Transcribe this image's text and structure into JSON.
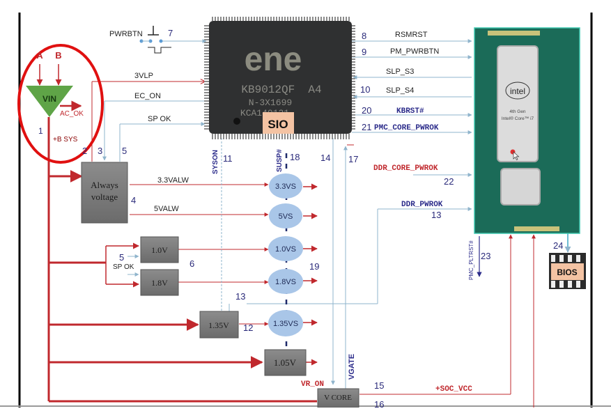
{
  "diagram": {
    "title": "Laptop power-on sequence block diagram",
    "colors": {
      "power_line": "#c0282d",
      "signal_line": "#8fb4cc",
      "step_number": "#2a2a7a",
      "signal_label_blue": "#2b2b8a",
      "signal_label_red": "#c0282d",
      "regulator_box": "#7a7a7a",
      "rail_ellipse": "#a9c6e8",
      "vin_triangle": "#5fa447",
      "highlight_circle": "#e01010",
      "sio_tag": "#f4c3a3",
      "bios_tag": "#f4c3a3",
      "cpu_pcb": "#1b6b58"
    },
    "vin_block": {
      "inputs": [
        "A",
        "B"
      ],
      "label": "VIN",
      "ac_ok": "AC_OK",
      "step": "1",
      "bsys": "+B SYS"
    },
    "power_button": {
      "label": "PWRBTN",
      "step": "7"
    },
    "sio_chip": {
      "brand": "ene",
      "part": "KB9012QF  A4",
      "line2": "N-3X1699",
      "line3": "KCA140121",
      "tag": "SIO"
    },
    "cpu_chip": {
      "brand": "intel",
      "gen": "4th Gen",
      "model": "Intel® Core™ i7"
    },
    "bios_chip": {
      "label": "BIOS",
      "step": "24"
    },
    "always_block": {
      "line1": "Always",
      "line2": "voltage"
    },
    "regulators": [
      {
        "id": "reg-1v0",
        "label": "1.0V"
      },
      {
        "id": "reg-1v8",
        "label": "1.8V"
      },
      {
        "id": "reg-1v35",
        "label": "1.35V"
      },
      {
        "id": "reg-1v05",
        "label": "1.05V"
      },
      {
        "id": "reg-vcore",
        "label": "V CORE"
      }
    ],
    "rails": [
      {
        "id": "rail-3v3s",
        "label": "3.3VS"
      },
      {
        "id": "rail-5vs",
        "label": "5VS"
      },
      {
        "id": "rail-1v0s",
        "label": "1.0VS"
      },
      {
        "id": "rail-1v8s",
        "label": "1.8VS"
      },
      {
        "id": "rail-1v35s",
        "label": "1.35VS"
      }
    ],
    "signals": {
      "vlp3": "3VLP",
      "ec_on": "EC_ON",
      "sp_ok": "SP OK",
      "sp_ok_2": "SP OK",
      "valw33": "3.3VALW",
      "valw5": "5VALW",
      "syson": "SYSON",
      "susp": "SUSP#",
      "rsmrst": "RSMRST",
      "pm_pwrbtn": "PM_PWRBTN",
      "slp_s3": "SLP_S3",
      "slp_s4": "SLP_S4",
      "kbrst": "KBRST#",
      "pmc_core_pwrok": "PMC_CORE_PWROK",
      "ddr_core_pwrok": "DDR_CORE_PWROK",
      "ddr_pwrok": "DDR_PWROK",
      "pmc_pltrst": "PMC_PLTRST#",
      "vgate": "VGATE",
      "vr_on": "VR_ON",
      "soc_vcc": "+SOC_VCC"
    },
    "steps": {
      "s2": "2",
      "s3": "3",
      "s4": "4",
      "s5": "5",
      "s5b": "5",
      "s6": "6",
      "s8": "8",
      "s9": "9",
      "s10": "10",
      "s11": "11",
      "s12": "12",
      "s13": "13",
      "s13b": "13",
      "s14": "14",
      "s15": "15",
      "s16": "16",
      "s17": "17",
      "s18": "18",
      "s19": "19",
      "s20": "20",
      "s21": "21",
      "s22": "22",
      "s23": "23"
    }
  }
}
